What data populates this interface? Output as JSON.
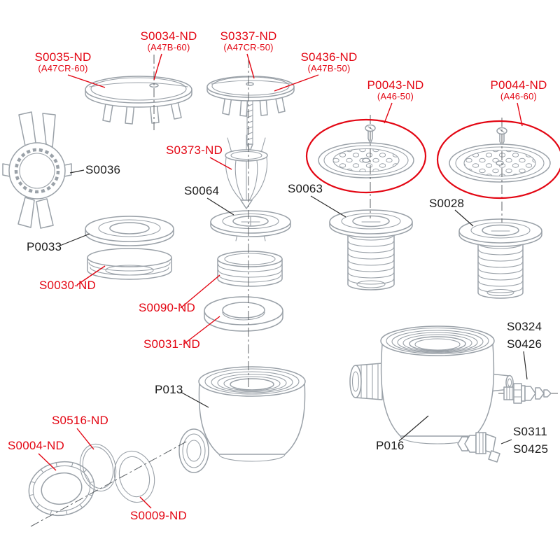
{
  "diagram": {
    "accent_color": "#e30613",
    "line_color": "#9aa1a8",
    "label_color": "#1c1c1c"
  },
  "labels": {
    "s0035": {
      "code": "S0035-ND",
      "variant": "(A47CR-60)"
    },
    "s0034": {
      "code": "S0034-ND",
      "variant": "(A47B-60)"
    },
    "s0337": {
      "code": "S0337-ND",
      "variant": "(A47CR-50)"
    },
    "s0436": {
      "code": "S0436-ND",
      "variant": "(A47B-50)"
    },
    "p0043": {
      "code": "P0043-ND",
      "variant": "(A46-50)",
      "highlighted": "red-ellipse"
    },
    "p0044": {
      "code": "P0044-ND",
      "variant": "(A46-60)",
      "highlighted": "red-ellipse"
    },
    "s0373": {
      "code": "S0373-ND"
    },
    "s0036": {
      "code": "S0036"
    },
    "s0064": {
      "code": "S0064"
    },
    "s0063": {
      "code": "S0063"
    },
    "s0028": {
      "code": "S0028"
    },
    "p0033": {
      "code": "P0033"
    },
    "s0030": {
      "code": "S0030-ND"
    },
    "s0090": {
      "code": "S0090-ND"
    },
    "s0031": {
      "code": "S0031-ND"
    },
    "p013": {
      "code": "P013"
    },
    "s0324": {
      "code": "S0324"
    },
    "s0426": {
      "code": "S0426"
    },
    "p016": {
      "code": "P016"
    },
    "s0311": {
      "code": "S0311"
    },
    "s0425": {
      "code": "S0425"
    },
    "s0516": {
      "code": "S0516-ND"
    },
    "s0004": {
      "code": "S0004-ND"
    },
    "s0009": {
      "code": "S0009-ND"
    }
  }
}
